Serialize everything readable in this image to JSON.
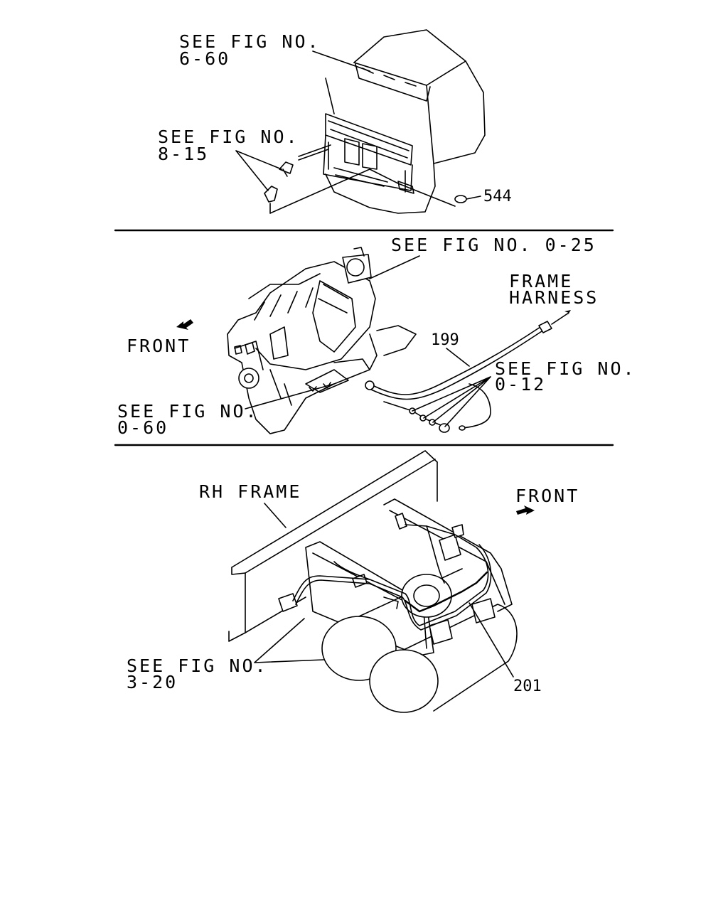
{
  "panel1": {
    "ref_fig_6_60_line1": "SEE FIG NO.",
    "ref_fig_6_60_line2": "6-60",
    "ref_fig_8_15_line1": "SEE FIG NO.",
    "ref_fig_8_15_line2": "8-15",
    "part_544": "544"
  },
  "panel2": {
    "ref_fig_0_25": "SEE FIG NO. 0-25",
    "frame_harness_line1": "FRAME",
    "frame_harness_line2": "HARNESS",
    "front_label": "FRONT",
    "part_199": "199",
    "ref_fig_0_12_line1": "SEE FIG NO.",
    "ref_fig_0_12_line2": "0-12",
    "ref_fig_0_60_line1": "SEE FIG NO.",
    "ref_fig_0_60_line2": "0-60"
  },
  "panel3": {
    "rh_frame": "RH FRAME",
    "front_label": "FRONT",
    "ref_fig_3_20_line1": "SEE FIG NO.",
    "ref_fig_3_20_line2": "3-20",
    "part_201": "201"
  }
}
